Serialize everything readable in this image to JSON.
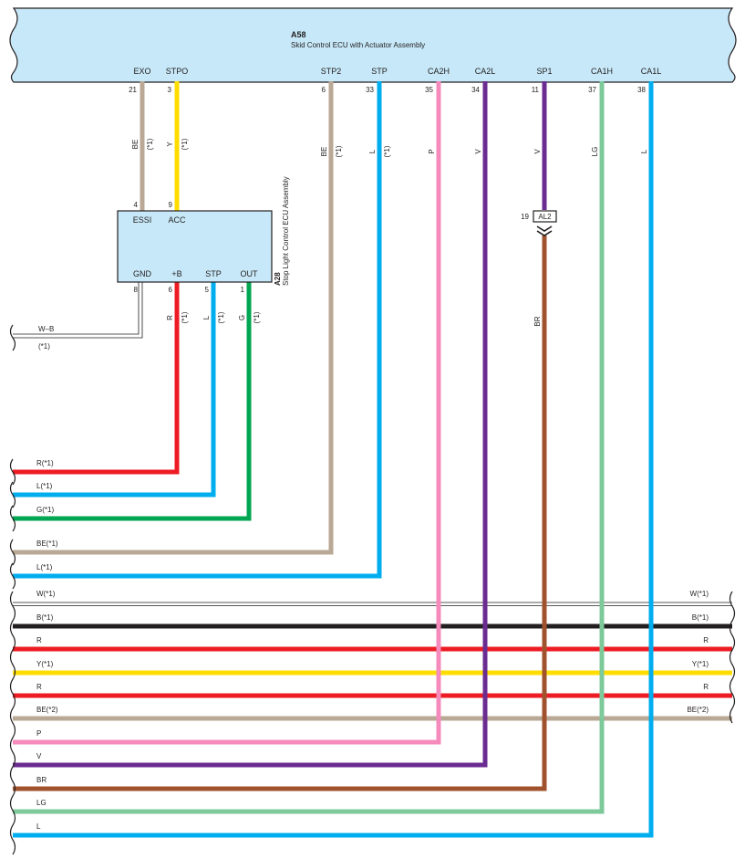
{
  "colors": {
    "BE": "#b9a895",
    "Y": "#ffdd00",
    "L": "#00aeef",
    "P": "#f58bbd",
    "V": "#6b2c91",
    "LG": "#7dc99a",
    "R": "#ed1c24",
    "G": "#00a651",
    "B": "#231f20",
    "W": "#ffffff",
    "BR": "#a0522d",
    "ecu_fill": "#c7e8f8",
    "outline": "#231f20"
  },
  "ecu_a58": {
    "code": "A58",
    "name": "Skid Control ECU with Actuator Assembly",
    "pins": [
      {
        "label": "EXO",
        "number": "21",
        "color": "BE",
        "wire_label": "BE",
        "note": "(*1)"
      },
      {
        "label": "STPO",
        "number": "3",
        "color": "Y",
        "wire_label": "Y",
        "note": "(*1)"
      },
      {
        "label": "STP2",
        "number": "6",
        "color": "BE",
        "wire_label": "BE",
        "note": "(*1)"
      },
      {
        "label": "STP",
        "number": "33",
        "color": "L",
        "wire_label": "L",
        "note": "(*1)"
      },
      {
        "label": "CA2H",
        "number": "35",
        "color": "P",
        "wire_label": "P",
        "note": ""
      },
      {
        "label": "CA2L",
        "number": "34",
        "color": "V",
        "wire_label": "V",
        "note": ""
      },
      {
        "label": "SP1",
        "number": "11",
        "color": "V",
        "wire_label": "V",
        "note": ""
      },
      {
        "label": "CA1H",
        "number": "37",
        "color": "LG",
        "wire_label": "LG",
        "note": ""
      },
      {
        "label": "CA1L",
        "number": "38",
        "color": "L",
        "wire_label": "L",
        "note": ""
      }
    ]
  },
  "ecu_a28": {
    "code": "A28",
    "name": "Stop Light Control ECU Assembly",
    "top_pins": [
      {
        "label": "ESSI",
        "number": "4"
      },
      {
        "label": "ACC",
        "number": "9"
      }
    ],
    "bottom_pins": [
      {
        "label": "GND",
        "number": "8",
        "color": "W-B",
        "wire_label": "",
        "note": ""
      },
      {
        "label": "+B",
        "number": "6",
        "color": "R",
        "wire_label": "R",
        "note": "(*1)"
      },
      {
        "label": "STP",
        "number": "5",
        "color": "L",
        "wire_label": "L",
        "note": "(*1)"
      },
      {
        "label": "OUT",
        "number": "1",
        "color": "G",
        "wire_label": "G",
        "note": "(*1)"
      }
    ]
  },
  "connector_al2": {
    "code": "AL2",
    "pin": "19",
    "below_wire_label": "BR"
  },
  "gnd_wire": {
    "label": "W–B",
    "note": "(*1)"
  },
  "harness": [
    {
      "left": "R(*1)",
      "right": "",
      "color": "R"
    },
    {
      "left": "L(*1)",
      "right": "",
      "color": "L"
    },
    {
      "left": "G(*1)",
      "right": "",
      "color": "G"
    },
    {
      "left": "BE(*1)",
      "right": "",
      "color": "BE"
    },
    {
      "left": "L(*1)",
      "right": "",
      "color": "L"
    },
    {
      "left": "W(*1)",
      "right": "W(*1)",
      "color": "W"
    },
    {
      "left": "B(*1)",
      "right": "B(*1)",
      "color": "B"
    },
    {
      "left": "R",
      "right": "R",
      "color": "R"
    },
    {
      "left": "Y(*1)",
      "right": "Y(*1)",
      "color": "Y"
    },
    {
      "left": "R",
      "right": "R",
      "color": "R"
    },
    {
      "left": "BE(*2)",
      "right": "BE(*2)",
      "color": "BE"
    },
    {
      "left": "P",
      "right": "",
      "color": "P"
    },
    {
      "left": "V",
      "right": "",
      "color": "V"
    },
    {
      "left": "BR",
      "right": "",
      "color": "BR"
    },
    {
      "left": "LG",
      "right": "",
      "color": "LG"
    },
    {
      "left": "L",
      "right": "",
      "color": "L"
    }
  ]
}
